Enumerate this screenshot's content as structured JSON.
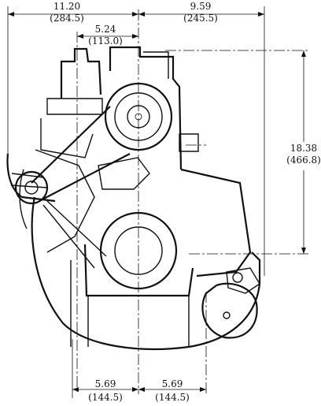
{
  "dimensions": {
    "top_left": {
      "in": "11.20",
      "mm": "(284.5)"
    },
    "top_inner": {
      "in": "5.24",
      "mm": "(113.0)"
    },
    "top_right": {
      "in": "9.59",
      "mm": "(245.5)"
    },
    "right_side": {
      "in": "18.38",
      "mm": "(466.8)"
    },
    "bottom_left": {
      "in": "5.69",
      "mm": "(144.5)"
    },
    "bottom_right": {
      "in": "5.69",
      "mm": "(144.5)"
    }
  },
  "colors": {
    "ink": "#111111",
    "paper": "#ffffff"
  }
}
